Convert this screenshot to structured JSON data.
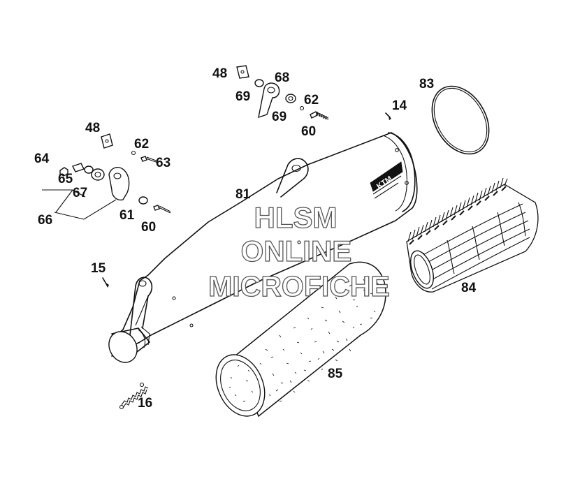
{
  "labels": {
    "p48a": "48",
    "p68": "68",
    "p69a": "69",
    "p69b": "69",
    "p62a": "62",
    "p60a": "60",
    "p14": "14",
    "p83": "83",
    "p48b": "48",
    "p62b": "62",
    "p64": "64",
    "p63": "63",
    "p65": "65",
    "p67": "67",
    "p66": "66",
    "p81": "81",
    "p61": "61",
    "p60b": "60",
    "p15": "15",
    "p84": "84",
    "p85": "85",
    "p16": "16"
  },
  "watermark": {
    "line1": "HLSM",
    "line2": "ONLINE",
    "line3": "MICROFICHE"
  },
  "logo_text": "KTM",
  "colors": {
    "ink": "#111111",
    "background": "#ffffff",
    "watermark_outline": "#555555"
  }
}
